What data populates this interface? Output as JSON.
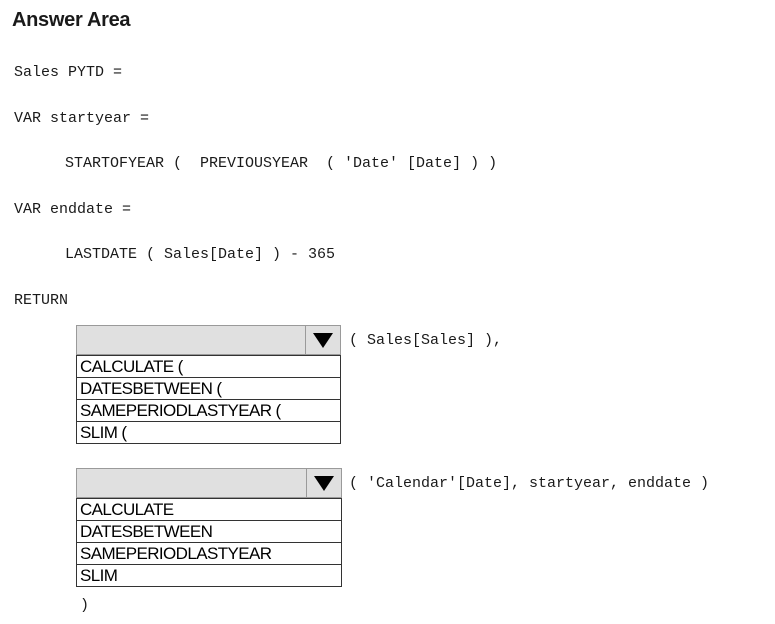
{
  "title": "Answer Area",
  "code": {
    "line1": "Sales PYTD =",
    "line2": "VAR startyear =",
    "line3": "STARTOFYEAR (  PREVIOUSYEAR  ( 'Date' [Date] ) )",
    "line4": "VAR enddate =",
    "line5": "LASTDATE ( Sales[Date] ) - 365",
    "line6": "RETURN",
    "after_dropdown1": "( Sales[Sales] ),",
    "after_dropdown2": "( 'Calendar'[Date], startyear, enddate )",
    "closing": ")"
  },
  "dropdown1": {
    "selected": "",
    "options": [
      "CALCULATE (",
      "DATESBETWEEN (",
      "SAMEPERIODLASTYEAR (",
      "SLIM ("
    ]
  },
  "dropdown2": {
    "selected": "",
    "options": [
      "CALCULATE",
      "DATESBETWEEN",
      "SAMEPERIODLASTYEAR",
      "SLIM"
    ]
  }
}
